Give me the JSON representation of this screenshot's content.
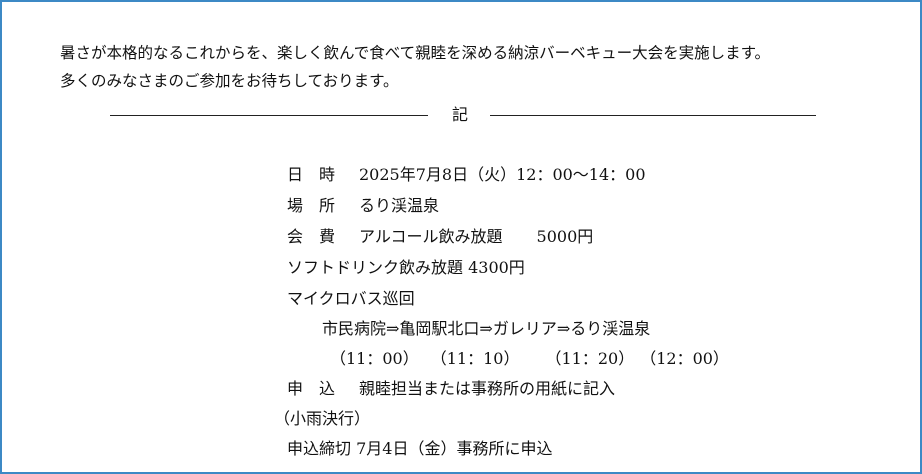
{
  "intro": {
    "line1": "暑さが本格的なるこれからを、楽しく飲んで食べて親睦を深める納涼バーベキュー大会を実施します。",
    "line2": "多くのみなさまのご参加をお待ちしております。"
  },
  "divider": {
    "label": "記"
  },
  "details": {
    "datetime": {
      "label": "日　時",
      "value": "2025年7月8日（火）12：00～14：00"
    },
    "venue": {
      "label": "場　所",
      "value": "るり渓温泉"
    },
    "fee": {
      "label": "会　費",
      "value": "アルコール飲み放題",
      "amount": "5000円"
    },
    "soft_drink": "ソフトドリンク飲み放題  4300円",
    "bus": {
      "title": "マイクロバス巡回",
      "route": "市民病院⇒亀岡駅北口⇒ガレリア⇒るり渓温泉",
      "times": [
        "（11：00）",
        "（11：10）",
        "（11：20）",
        "（12：00）"
      ]
    },
    "application": {
      "label": "申　込",
      "value": "親睦担当または事務所の用紙に記入"
    },
    "rain": "（小雨決行）",
    "deadline": "申込締切  7月4日（金）事務所に申込"
  },
  "colors": {
    "frame_border": "#3c89c5",
    "text": "#111111",
    "background": "#ffffff"
  }
}
